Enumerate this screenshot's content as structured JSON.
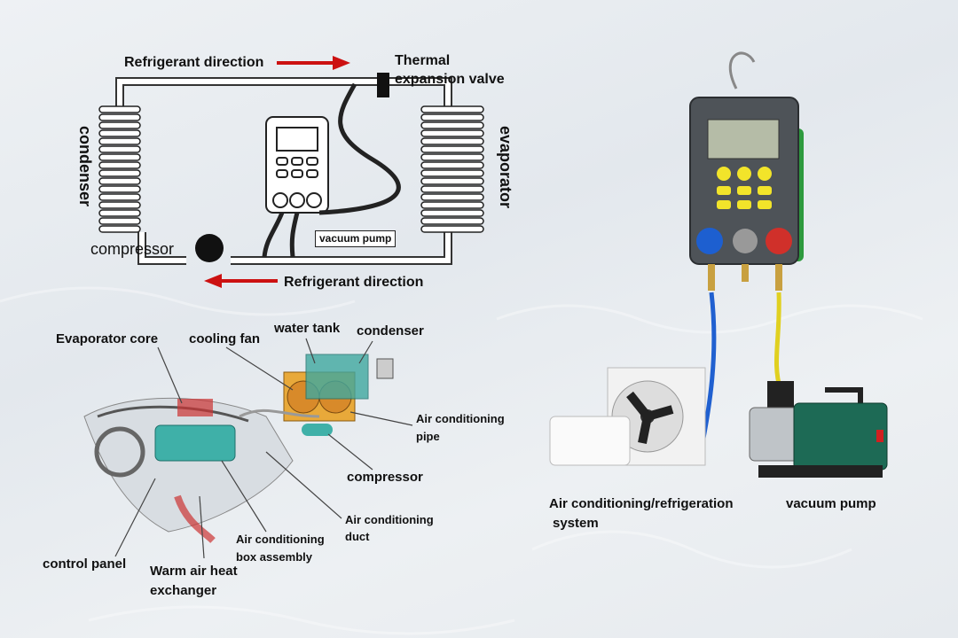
{
  "cycle_diagram": {
    "direction_top": "Refrigerant direction",
    "valve_line1": "Thermal",
    "valve_line2": "expansion valve",
    "condenser": "condenser",
    "evaporator": "evaporator",
    "compressor": "compressor",
    "vacuum_pump": "vacuum pump",
    "direction_bottom": "Refrigerant direction",
    "arrow_color": "#cc1111"
  },
  "car_diagram": {
    "evaporator_core": "Evaporator core",
    "cooling_fan": "cooling fan",
    "water_tank": "water tank",
    "condenser": "condenser",
    "ac_pipe_1": "Air conditioning",
    "ac_pipe_2": "pipe",
    "compressor": "compressor",
    "ac_duct_1": "Air conditioning",
    "ac_duct_2": "duct",
    "ac_box_1": "Air conditioning",
    "ac_box_2": "box assembly",
    "control_panel": "control panel",
    "warm_air_1": "Warm air heat",
    "warm_air_2": "exchanger"
  },
  "setup": {
    "system_1": "Air conditioning/refrigeration",
    "system_2": "system",
    "vacuum_pump": "vacuum pump"
  }
}
